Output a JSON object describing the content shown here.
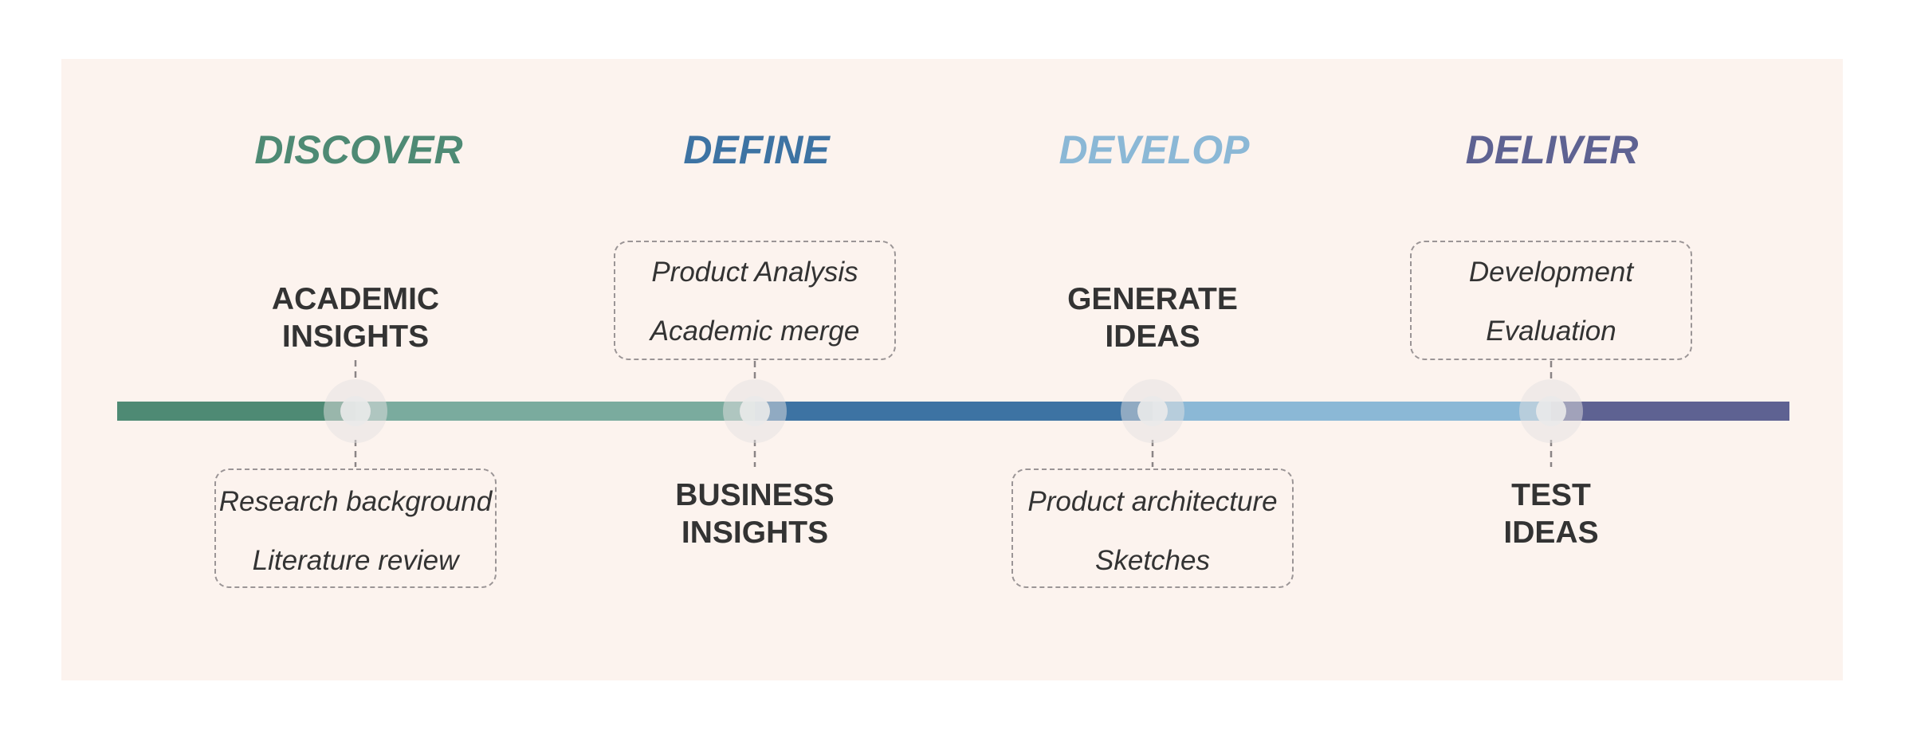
{
  "phases": [
    {
      "title": "DISCOVER",
      "color": "#4e8a74"
    },
    {
      "title": "DEFINE",
      "color": "#3d73a3"
    },
    {
      "title": "DEVELOP",
      "color": "#8bb8d6"
    },
    {
      "title": "DELIVER",
      "color": "#5e6292"
    }
  ],
  "milestones": [
    {
      "lines": [
        "ACADEMIC",
        "INSIGHTS"
      ],
      "notes": [
        "Research background",
        "Literature review"
      ]
    },
    {
      "lines": [
        "BUSINESS",
        "INSIGHTS"
      ],
      "notes": [
        "Product Analysis",
        "Academic merge"
      ]
    },
    {
      "lines": [
        "GENERATE",
        "IDEAS"
      ],
      "notes": [
        "Product architecture",
        "Sketches"
      ]
    },
    {
      "lines": [
        "TEST",
        "IDEAS"
      ],
      "notes": [
        "Development",
        "Evaluation"
      ]
    }
  ],
  "track_colors": [
    "#4e8a74",
    "#7aab9e",
    "#3d73a3",
    "#8bb8d6",
    "#5e6292"
  ]
}
